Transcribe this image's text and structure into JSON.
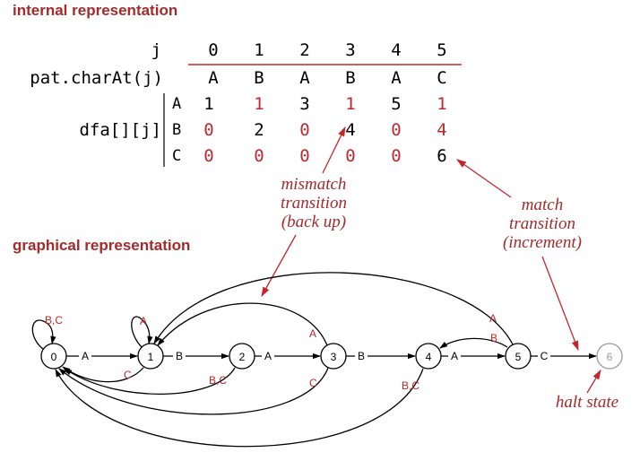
{
  "headings": {
    "internal": "internal representation",
    "graphical": "graphical representation"
  },
  "table": {
    "index_label": "j",
    "pattern_label": "pat.charAt(j)",
    "dfa_label": "dfa[][j]",
    "indices": [
      "0",
      "1",
      "2",
      "3",
      "4",
      "5"
    ],
    "pattern": [
      "A",
      "B",
      "A",
      "B",
      "A",
      "C"
    ],
    "rows": [
      {
        "letter": "A",
        "values": [
          "1",
          "1",
          "3",
          "1",
          "5",
          "1"
        ],
        "red": [
          false,
          true,
          false,
          true,
          false,
          true
        ]
      },
      {
        "letter": "B",
        "values": [
          "0",
          "2",
          "0",
          "4",
          "0",
          "4"
        ],
        "red": [
          true,
          false,
          true,
          false,
          true,
          true
        ]
      },
      {
        "letter": "C",
        "values": [
          "0",
          "0",
          "0",
          "0",
          "0",
          "6"
        ],
        "red": [
          true,
          true,
          true,
          true,
          true,
          false
        ]
      }
    ]
  },
  "annotations": {
    "mismatch": [
      "mismatch",
      "transition",
      "(back up)"
    ],
    "match": [
      "match",
      "transition",
      "(increment)"
    ],
    "halt": "halt state"
  },
  "graph": {
    "states": [
      "0",
      "1",
      "2",
      "3",
      "4",
      "5",
      "6"
    ],
    "halt_state": "6",
    "match_labels": [
      "A",
      "B",
      "A",
      "B",
      "A",
      "C"
    ],
    "mismatch_labels": {
      "s0_self": "B,C",
      "s1_self": "A",
      "s1_to_0": "C",
      "s2_to_0": "B,C",
      "s3_to_1": "A",
      "s3_to_0": "C",
      "s4_to_0": "B,C",
      "s5_to_1": "A",
      "s5_to_4": "B"
    }
  },
  "colors": {
    "accent": "#a52a2a",
    "mismatch_red": "#c0282d",
    "halt_gray": "#999999",
    "ink": "#000000"
  }
}
